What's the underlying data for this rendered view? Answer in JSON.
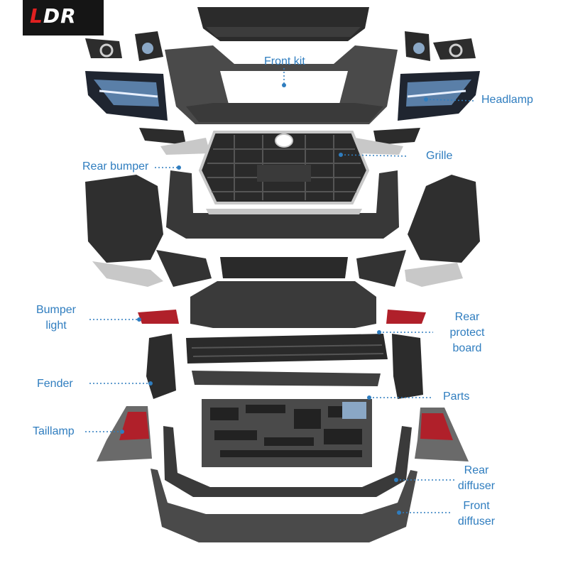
{
  "brand": {
    "logo_text": "LDR",
    "logo_accent": "L",
    "logo_rest": "DR",
    "logo_bg": "#151515",
    "accent_color": "#e02020"
  },
  "colors": {
    "label": "#2f7dbf",
    "part_dark": "#2a2a2a",
    "part_mid": "#4a4a4a",
    "chrome": "#c8c8c8",
    "lens": "#5a7fa8",
    "taillamp_red": "#b0202a"
  },
  "labels": {
    "front_kit": "Front kit",
    "headlamp": "Headlamp",
    "grille": "Grille",
    "rear_bumper": "Rear bumper",
    "bumper_light_1": "Bumper",
    "bumper_light_2": "light",
    "rear_protect_1": "Rear",
    "rear_protect_2": "protect",
    "rear_protect_3": "board",
    "fender": "Fender",
    "parts": "Parts",
    "taillamp": "Taillamp",
    "rear_diffuser_1": "Rear",
    "rear_diffuser_2": "diffuser",
    "front_diffuser_1": "Front",
    "front_diffuser_2": "diffuser"
  }
}
